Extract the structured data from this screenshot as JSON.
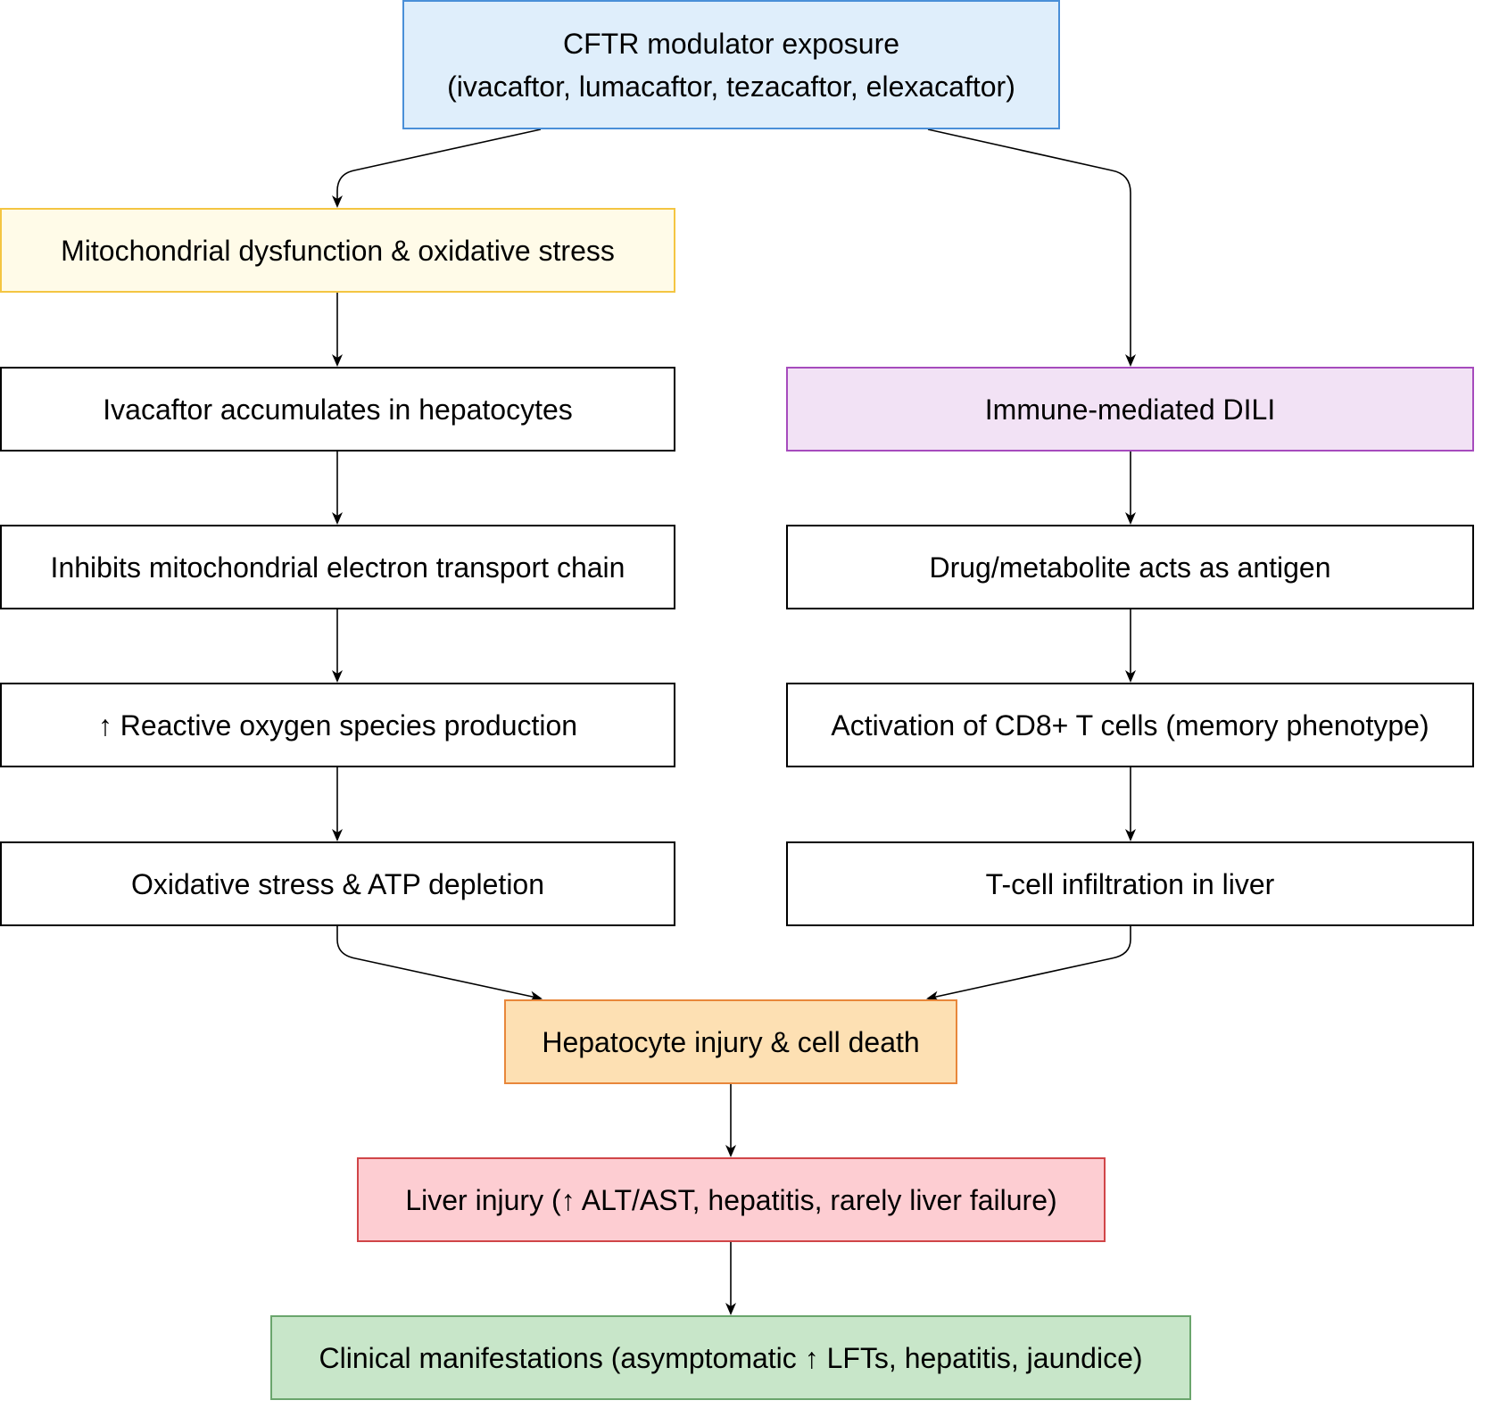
{
  "diagram": {
    "type": "flowchart",
    "nodes": {
      "exposure": {
        "line1": "CFTR modulator exposure",
        "line2": "(ivacaftor, lumacaftor, tezacaftor, elexacaftor)",
        "fill": "#dfeefb",
        "stroke": "#4a8fd8"
      },
      "mito_dysfunction": {
        "label": "Mitochondrial dysfunction & oxidative stress",
        "fill": "#fffbe8",
        "stroke": "#f4c542"
      },
      "ivacaftor_accumulates": {
        "label": "Ivacaftor accumulates in hepatocytes",
        "fill": "#ffffff",
        "stroke": "#000000"
      },
      "inhibits_etc": {
        "label": "Inhibits mitochondrial electron transport chain",
        "fill": "#ffffff",
        "stroke": "#000000"
      },
      "ros_production": {
        "label": "↑ Reactive oxygen species production",
        "fill": "#ffffff",
        "stroke": "#000000"
      },
      "atp_depletion": {
        "label": "Oxidative stress & ATP depletion",
        "fill": "#ffffff",
        "stroke": "#000000"
      },
      "immune_dili": {
        "label": "Immune-mediated DILI",
        "fill": "#f2e2f5",
        "stroke": "#a64bbd"
      },
      "antigen": {
        "label": "Drug/metabolite acts as antigen",
        "fill": "#ffffff",
        "stroke": "#000000"
      },
      "cd8_activation": {
        "label": "Activation of CD8+ T cells (memory phenotype)",
        "fill": "#ffffff",
        "stroke": "#000000"
      },
      "tcell_infiltration": {
        "label": "T-cell infiltration in liver",
        "fill": "#ffffff",
        "stroke": "#000000"
      },
      "hepatocyte_injury": {
        "label": "Hepatocyte injury & cell death",
        "fill": "#fde0b3",
        "stroke": "#e8873a"
      },
      "liver_injury": {
        "label": "Liver injury (↑ ALT/AST, hepatitis, rarely liver failure)",
        "fill": "#fdcdd2",
        "stroke": "#d04548"
      },
      "clinical": {
        "label": "Clinical manifestations (asymptomatic ↑ LFTs, hepatitis, jaundice)",
        "fill": "#c8e6c9",
        "stroke": "#6aa56c"
      }
    },
    "edges": [
      [
        "exposure",
        "mito_dysfunction"
      ],
      [
        "exposure",
        "immune_dili"
      ],
      [
        "mito_dysfunction",
        "ivacaftor_accumulates"
      ],
      [
        "ivacaftor_accumulates",
        "inhibits_etc"
      ],
      [
        "inhibits_etc",
        "ros_production"
      ],
      [
        "ros_production",
        "atp_depletion"
      ],
      [
        "immune_dili",
        "antigen"
      ],
      [
        "antigen",
        "cd8_activation"
      ],
      [
        "cd8_activation",
        "tcell_infiltration"
      ],
      [
        "atp_depletion",
        "hepatocyte_injury"
      ],
      [
        "tcell_infiltration",
        "hepatocyte_injury"
      ],
      [
        "hepatocyte_injury",
        "liver_injury"
      ],
      [
        "liver_injury",
        "clinical"
      ]
    ],
    "edge_color": "#000000"
  }
}
